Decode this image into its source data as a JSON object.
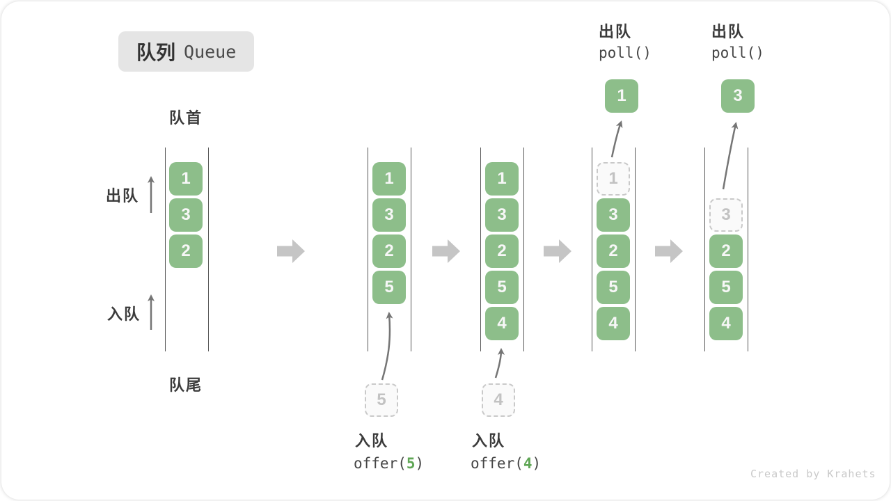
{
  "badge": {
    "zh": "队列",
    "en": "Queue"
  },
  "queue_labels": {
    "front": "队首",
    "rear": "队尾",
    "dequeue": "出队",
    "enqueue": "入队"
  },
  "states": {
    "s1": {
      "boxes": {
        "b0": "1",
        "b1": "3",
        "b2": "2"
      }
    },
    "s2": {
      "boxes": {
        "b0": "1",
        "b1": "3",
        "b2": "2",
        "b3": "5"
      },
      "pending": "5",
      "op": {
        "zh": "入队",
        "code_pre": "offer(",
        "arg": "5",
        "code_post": ")"
      }
    },
    "s3": {
      "boxes": {
        "b0": "1",
        "b1": "3",
        "b2": "2",
        "b3": "5",
        "b4": "4"
      },
      "pending": "4",
      "op": {
        "zh": "入队",
        "code_pre": "offer(",
        "arg": "4",
        "code_post": ")"
      }
    },
    "s4": {
      "ghost": "1",
      "boxes": {
        "b1": "3",
        "b2": "2",
        "b3": "5",
        "b4": "4"
      },
      "op": {
        "zh": "出队",
        "code": "poll()"
      },
      "out": "1"
    },
    "s5": {
      "ghost": "3",
      "boxes": {
        "b2": "2",
        "b3": "5",
        "b4": "4"
      },
      "op": {
        "zh": "出队",
        "code": "poll()"
      },
      "out": "3"
    }
  },
  "watermark": "Created by Krahets",
  "colors": {
    "box_green": "#8DBE8A",
    "code_arg_green": "#5FA655",
    "block_arrow_gray": "#c5c5c5",
    "thin_arrow_gray": "#757575"
  }
}
